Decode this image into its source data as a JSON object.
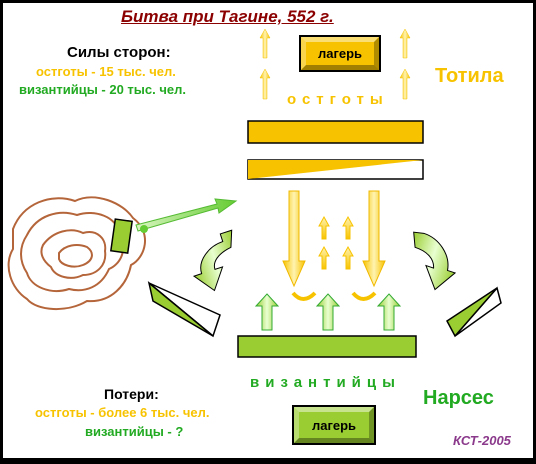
{
  "title": "Битва при Тагине, 552 г.",
  "forces": {
    "heading": "Силы сторон:",
    "ostgoths": "остготы - 15 тыс. чел.",
    "byzantines": "византийцы - 20 тыс. чел."
  },
  "armies": {
    "ostgoths_label": "остготы",
    "byzantines_label": "византийцы"
  },
  "commanders": {
    "ostgoth": "Тотила",
    "byzantine": "Нарсес"
  },
  "camps": {
    "ostgoth": "лагерь",
    "byzantine": "лагерь"
  },
  "losses": {
    "heading": "Потери:",
    "ostgoths": "остготы - более 6 тыс. чел.",
    "byzantines": "византийцы - ?"
  },
  "signature": "КСТ-2005",
  "colors": {
    "ostgoth": "#f7c300",
    "byzantine": "#9acd32",
    "byzantine_text": "#22aa22",
    "title": "#8b0000",
    "hill": "#b5653a",
    "signature": "#8b3a8b"
  }
}
